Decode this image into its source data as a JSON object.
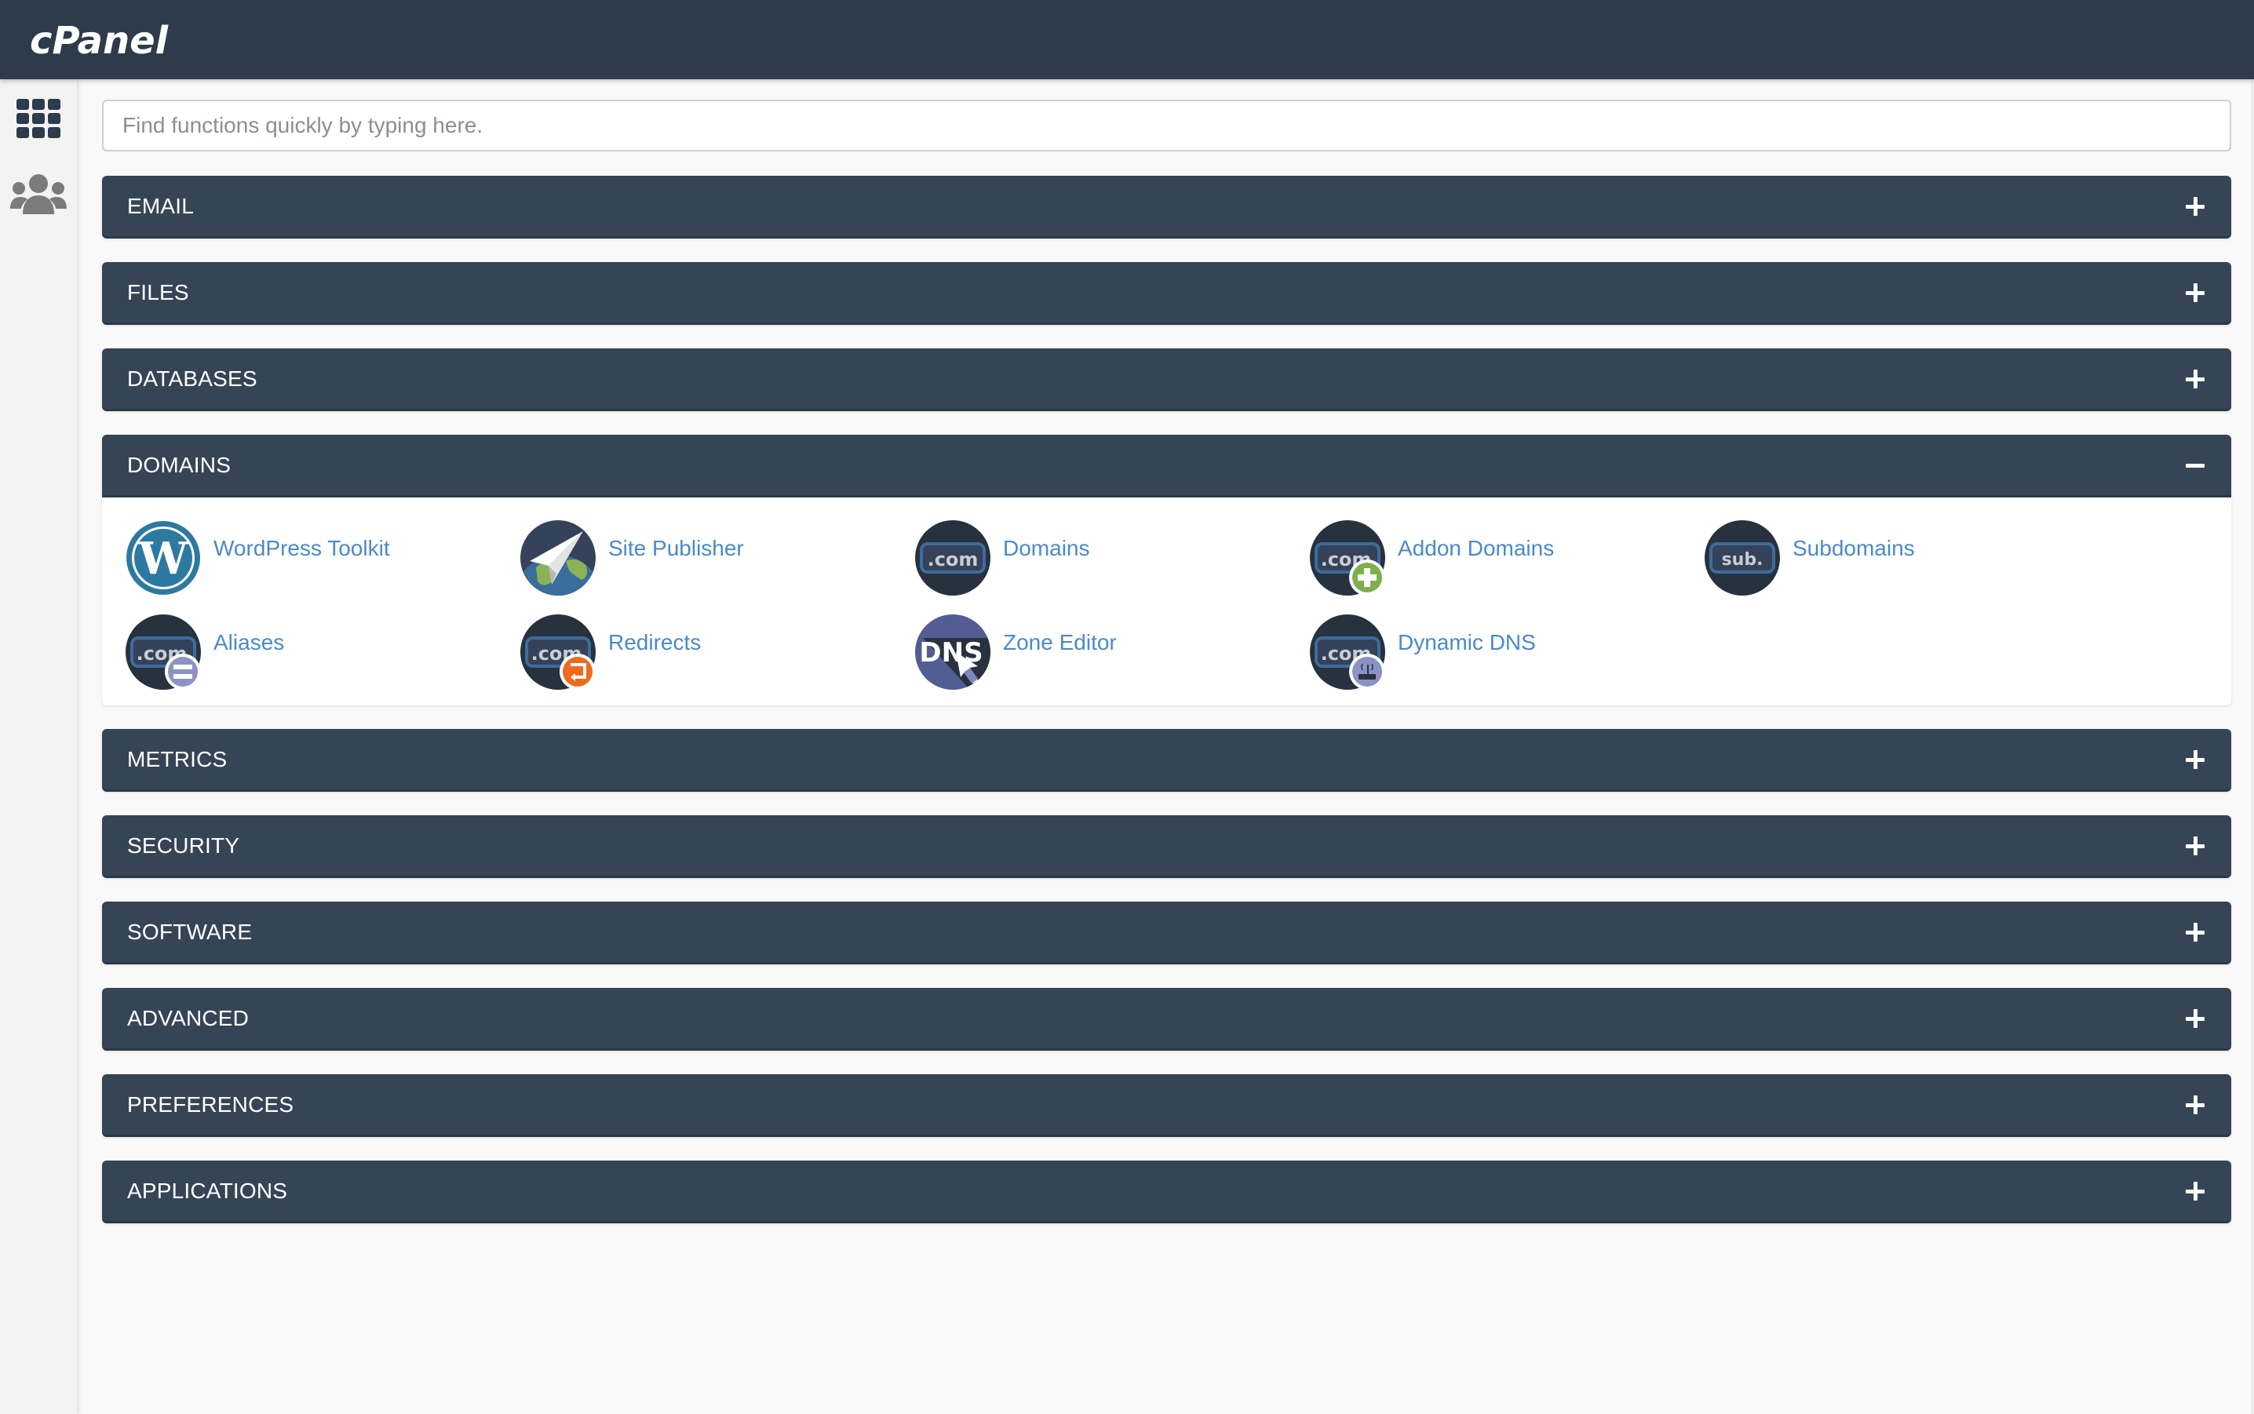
{
  "header": {
    "logo_text": "cPanel"
  },
  "sidebar": {
    "items": [
      {
        "name": "tools",
        "icon": "grid-icon"
      },
      {
        "name": "users",
        "icon": "users-icon"
      }
    ]
  },
  "search": {
    "placeholder": "Find functions quickly by typing here.",
    "value": ""
  },
  "sections": [
    {
      "title": "EMAIL",
      "expanded": false
    },
    {
      "title": "FILES",
      "expanded": false
    },
    {
      "title": "DATABASES",
      "expanded": false
    },
    {
      "title": "DOMAINS",
      "expanded": true,
      "items": [
        {
          "label": "WordPress Toolkit",
          "icon": "wordpress-icon"
        },
        {
          "label": "Site Publisher",
          "icon": "paper-plane-globe-icon"
        },
        {
          "label": "Domains",
          "icon": "dotcom-icon"
        },
        {
          "label": "Addon Domains",
          "icon": "dotcom-plus-icon"
        },
        {
          "label": "Subdomains",
          "icon": "sub-icon"
        },
        {
          "label": "Aliases",
          "icon": "dotcom-equals-icon"
        },
        {
          "label": "Redirects",
          "icon": "dotcom-redirect-icon"
        },
        {
          "label": "Zone Editor",
          "icon": "dns-edit-icon"
        },
        {
          "label": "Dynamic DNS",
          "icon": "dotcom-router-icon"
        }
      ]
    },
    {
      "title": "METRICS",
      "expanded": false
    },
    {
      "title": "SECURITY",
      "expanded": false
    },
    {
      "title": "SOFTWARE",
      "expanded": false
    },
    {
      "title": "ADVANCED",
      "expanded": false
    },
    {
      "title": "PREFERENCES",
      "expanded": false
    },
    {
      "title": "APPLICATIONS",
      "expanded": false
    }
  ],
  "colors": {
    "topbar": "#2d3b4b",
    "section_header": "#364556",
    "link": "#4a8acb",
    "background": "#f9f9f9"
  }
}
